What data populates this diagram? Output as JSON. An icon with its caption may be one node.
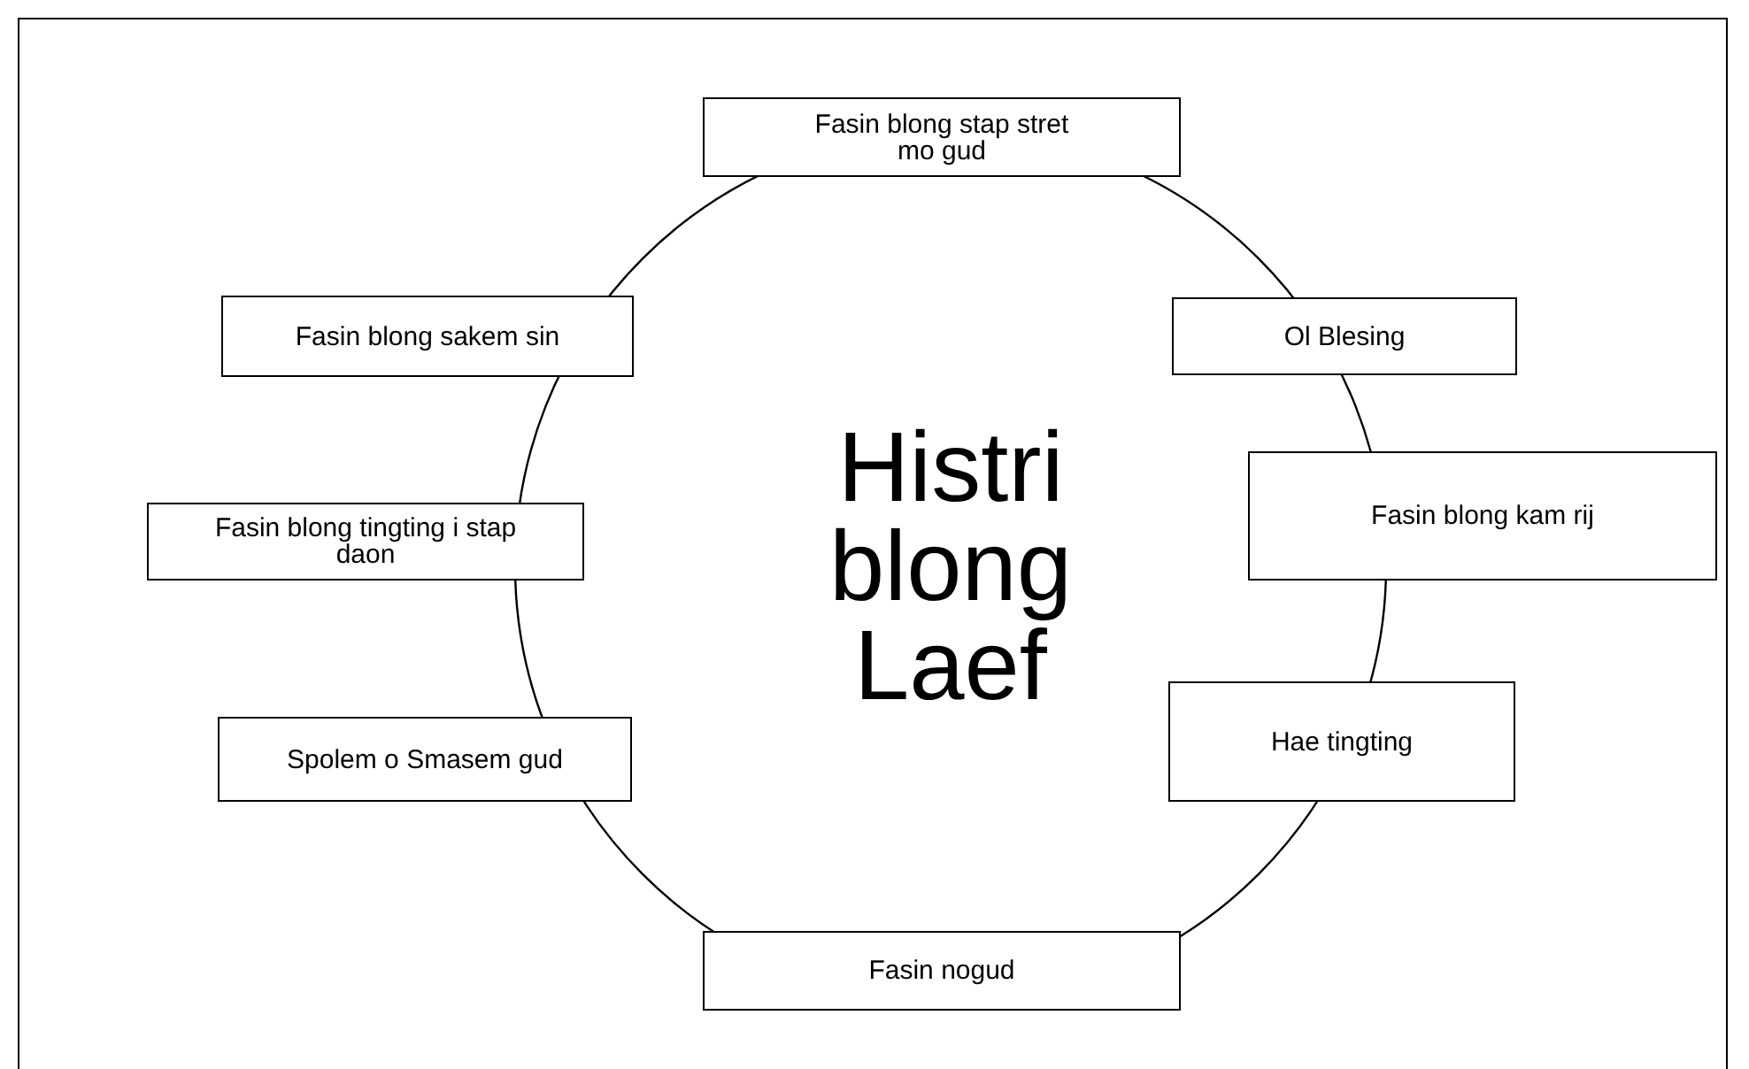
{
  "diagram": {
    "nodes": [
      {
        "text": [
          "Histri blong Laef"
        ]
      },
      {
        "text": [
          "Fasin blong stap stret mo gud"
        ]
      },
      {
        "text": [
          "Ol Blesing"
        ]
      },
      {
        "text": [
          "Fasin blong kam rij"
        ]
      },
      {
        "text": [
          "Hae tingting"
        ]
      },
      {
        "text": [
          "Fasin nogud"
        ]
      },
      {
        "text": [
          "Spolem o Smasem gud"
        ]
      },
      {
        "text": [
          "Fasin blong tingting i stap daon"
        ]
      },
      {
        "text": [
          "Fasin blong sakem sin"
        ]
      }
    ]
  }
}
